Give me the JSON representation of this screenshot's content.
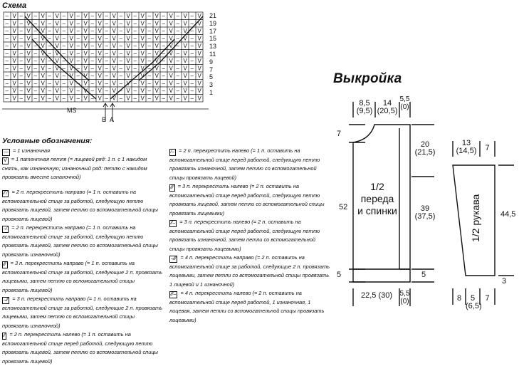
{
  "scheme": {
    "title": "Схема",
    "row_numbers": [
      "21",
      "19",
      "17",
      "15",
      "13",
      "11",
      "9",
      "7",
      "5",
      "3",
      "1"
    ],
    "ms_label": "MS",
    "marker_b": "B",
    "marker_a": "A"
  },
  "legend": {
    "title": "Условные обозначения:",
    "left": [
      {
        "sym": "—",
        "text": "= 1 изнаночная"
      },
      {
        "sym": "V",
        "text": "= 1 патентная петля (= лицевой ряд: 1 п. с 1 накидом снять, как изнаночную; изнаночный ряд: петлю с накидом провязать вместе изнаночной)"
      },
      {
        "sym": "⁄⁄ ⁄",
        "text": "= 2 п. перекрестить направо (= 1 п. оставить на вспомогательной спице за работой, следующую петлю провязать лицевой, затем петлю со вспомогательной спицы провязать лицевой)"
      },
      {
        "sym": "–⁄",
        "text": "= 2 п. перекрестить направо (= 1 п. оставить на вспомогательной спице за работой, следующую петлю провязать лицевой, затем петлю со вспомогательной спицы провязать изнаночной)"
      },
      {
        "sym": "⁄⁄⁄",
        "text": "= 3 п. перекрестить направо (= 1 п. оставить на вспомогательной спице за работой, следующие 2 п. провязать лицевыми, затем петлю со вспомогательной спицы провязать лицевой)"
      },
      {
        "sym": "–⁄⁄",
        "text": "= 3 п. перекрестить направо (= 1 п. оставить на вспомогательной спице за работой, следующие 2 п. провязать лицевыми, затем петлю со вспомогательной спицы провязать изнаночной)"
      },
      {
        "sym": "⁄⁄",
        "text": "= 2 п. перекрестить налево (= 1 п. оставить на вспомогательной спице перед работой, следующую петлю провязать лицевой, затем петлю со вспомогательной спицы провязать лицевой)"
      }
    ],
    "right": [
      {
        "sym": "⁄–",
        "text": "= 2 п. перекрестить налево (= 1 п. оставить на вспомогательной спице перед работой, следующую петлю провязать изнаночной, затем петлю со вспомогательной спицы провязать лицевой)"
      },
      {
        "sym": "⁄⁄⁄",
        "text": "= 3 п. перекрестить налево (= 2 п. оставить на вспомогательной спице перед работой, следующую петлю провязать лицевой, затем петли со вспомогательной спицы провязать лицевыми)"
      },
      {
        "sym": "⁄⁄–",
        "text": "= 3 п. перекрестить налево (= 2 п. оставить на вспомогательной спице перед работой, следующую петлю провязать изнаночной, затем петли со вспомогательной спицы провязать лицевыми)"
      },
      {
        "sym": "–⁄⁄⁄",
        "text": "= 4 п. перекрестить направо (= 2 п. оставить на вспомогательной спице за работой, следующие 2 п. провязать лицевыми, затем петли со вспомогательной спицы провязать 1 лицевой и 1 изнаночной)"
      },
      {
        "sym": "⁄⁄⁄–",
        "text": "= 4 п. перекрестить налево (= 2 п. оставить на вспомогательной спице перед работой, 1 изнаночная, 1 лицевая, затем петли со вспомогательной спицы провязать лицевыми)"
      }
    ]
  },
  "pattern": {
    "title": "Выкройка",
    "body_label": "1/2\nпереда\nи спинки",
    "sleeve_label": "1/2 рукава",
    "body": {
      "top_shoulder": "8,5\n(9,5)",
      "top_neck": "14\n(20,5)",
      "top_edge": "5,5\n(0)",
      "neck_depth": "7",
      "armhole": "20\n(21,5)",
      "side": "39\n(37,5)",
      "total_length": "52",
      "rib_left": "5",
      "rib_right": "5",
      "bottom_width": "22,5 (30)",
      "bottom_edge": "5,5\n(0)"
    },
    "sleeve": {
      "top_width": "13\n(14,5)",
      "top_side": "7",
      "length": "44,5",
      "cuff": "3",
      "bottom_left": "8",
      "bottom_mid": "5\n(6,5)",
      "bottom_right": "7"
    }
  }
}
